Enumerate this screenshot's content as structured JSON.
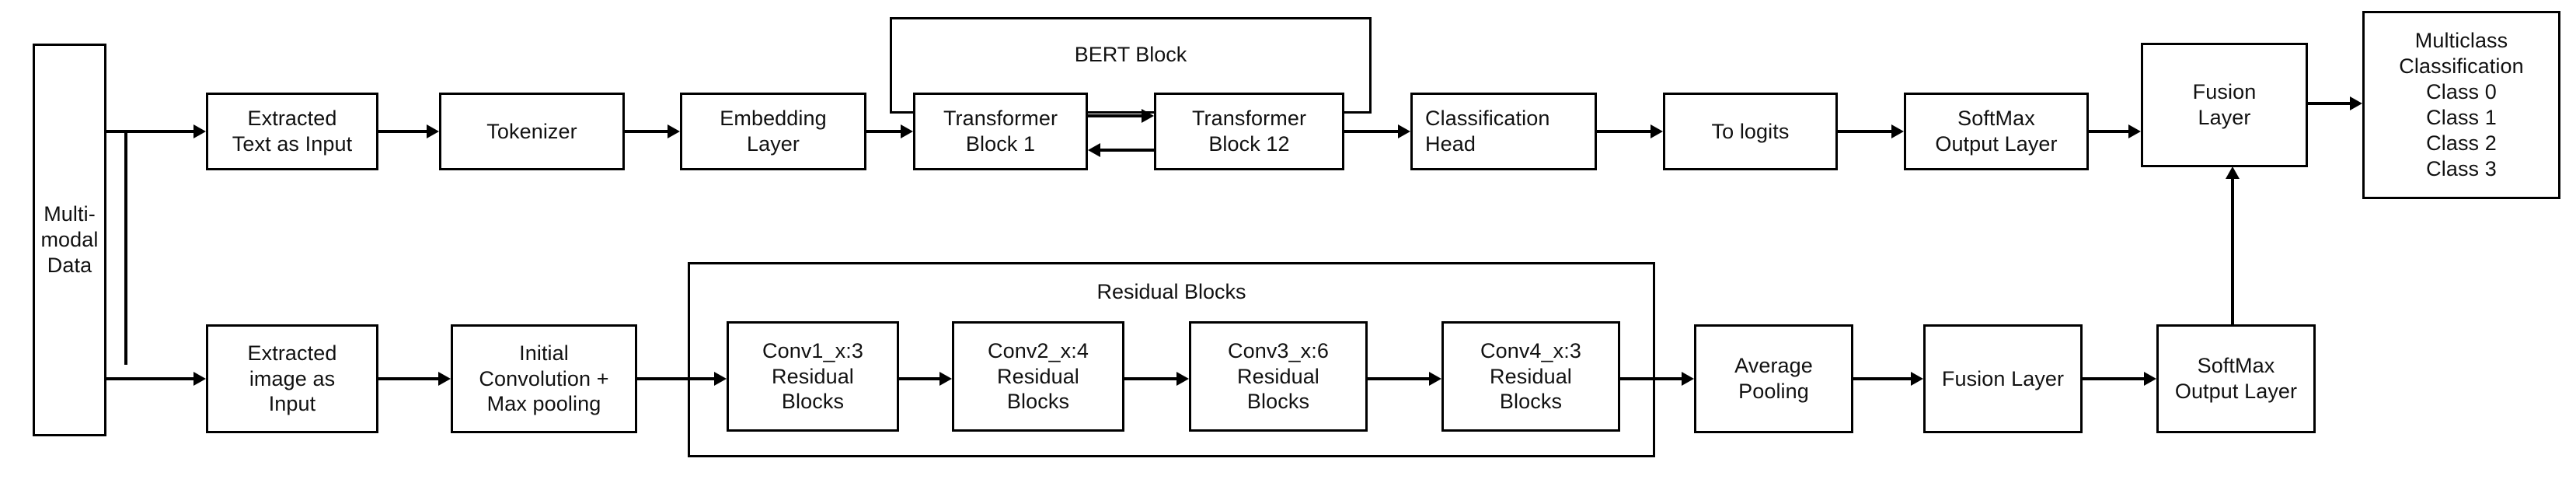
{
  "diagram": {
    "title": "Multimodal BERT + ResNet fusion classification pipeline",
    "stroke_color": "#000000",
    "background_color": "#ffffff",
    "text_color": "#111111"
  },
  "nodes": {
    "multimodal_data": "Multi-\nmodal\nData",
    "extracted_text": "Extracted\nText as Input",
    "tokenizer": "Tokenizer",
    "embedding_layer": "Embedding\nLayer",
    "transformer_block_1": "Transformer\nBlock 1",
    "transformer_block_12": "Transformer\nBlock 12",
    "classification_head": "Classification\nHead",
    "to_logits": "To logits",
    "softmax_output_top": "SoftMax\nOutput Layer",
    "fusion_layer_top": "Fusion\nLayer",
    "multiclass_classification": "Multiclass\nClassification\nClass 0\nClass 1\nClass 2\nClass 3",
    "extracted_image": "Extracted\nimage as\nInput",
    "initial_convolution": "Initial\nConvolution +\nMax pooling",
    "conv1_x": "Conv1_x:3\nResidual\nBlocks",
    "conv2_x": "Conv2_x:4\nResidual\nBlocks",
    "conv3_x": "Conv3_x:6\nResidual\nBlocks",
    "conv4_x": "Conv4_x:3\nResidual\nBlocks",
    "average_pooling": "Average\nPooling",
    "fusion_layer_bottom": "Fusion Layer",
    "softmax_output_bottom": "SoftMax\nOutput Layer"
  },
  "groups": {
    "bert_block": "BERT Block",
    "residual_blocks": "Residual Blocks"
  }
}
